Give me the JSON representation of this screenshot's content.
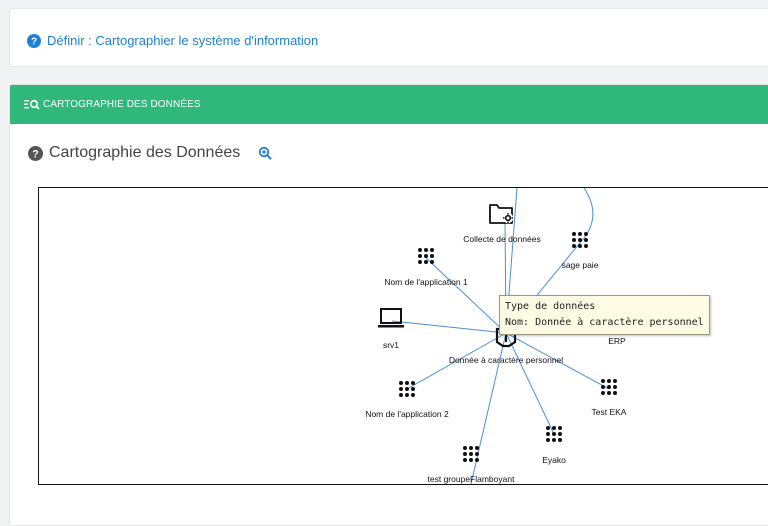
{
  "definition_link": "Définir : Cartographier le système d'information",
  "panel": {
    "header": "CARTOGRAPHIE DES DONNÉES",
    "title": "Cartographie des Données"
  },
  "tooltip": {
    "line1": "Type de données",
    "line2": "Nom: Donnée à caractère personnel"
  },
  "graph": {
    "nodes": [
      {
        "id": "collecte",
        "label": "Collecte de données",
        "icon": "folder-gear-icon"
      },
      {
        "id": "sage",
        "label": "sage paie",
        "icon": "app-grid-icon"
      },
      {
        "id": "app1",
        "label": "Nom de l'application 1",
        "icon": "app-grid-icon"
      },
      {
        "id": "srv1",
        "label": "srv1",
        "icon": "laptop-icon"
      },
      {
        "id": "center",
        "label": "Donnée à caractère personnel",
        "icon": "data-type-icon"
      },
      {
        "id": "erp",
        "label": "ERP",
        "icon": "app-grid-icon"
      },
      {
        "id": "app2",
        "label": "Nom de l'application 2",
        "icon": "app-grid-icon"
      },
      {
        "id": "eka",
        "label": "Test EKA",
        "icon": "app-grid-icon"
      },
      {
        "id": "eyako",
        "label": "Eyako",
        "icon": "app-grid-icon"
      },
      {
        "id": "flamb",
        "label": "test groupeFlamboyant",
        "icon": "app-grid-icon"
      }
    ]
  },
  "colors": {
    "header_green": "#2fb87a",
    "link_blue": "#1d7fd6",
    "edge_blue": "#4a90d9"
  }
}
